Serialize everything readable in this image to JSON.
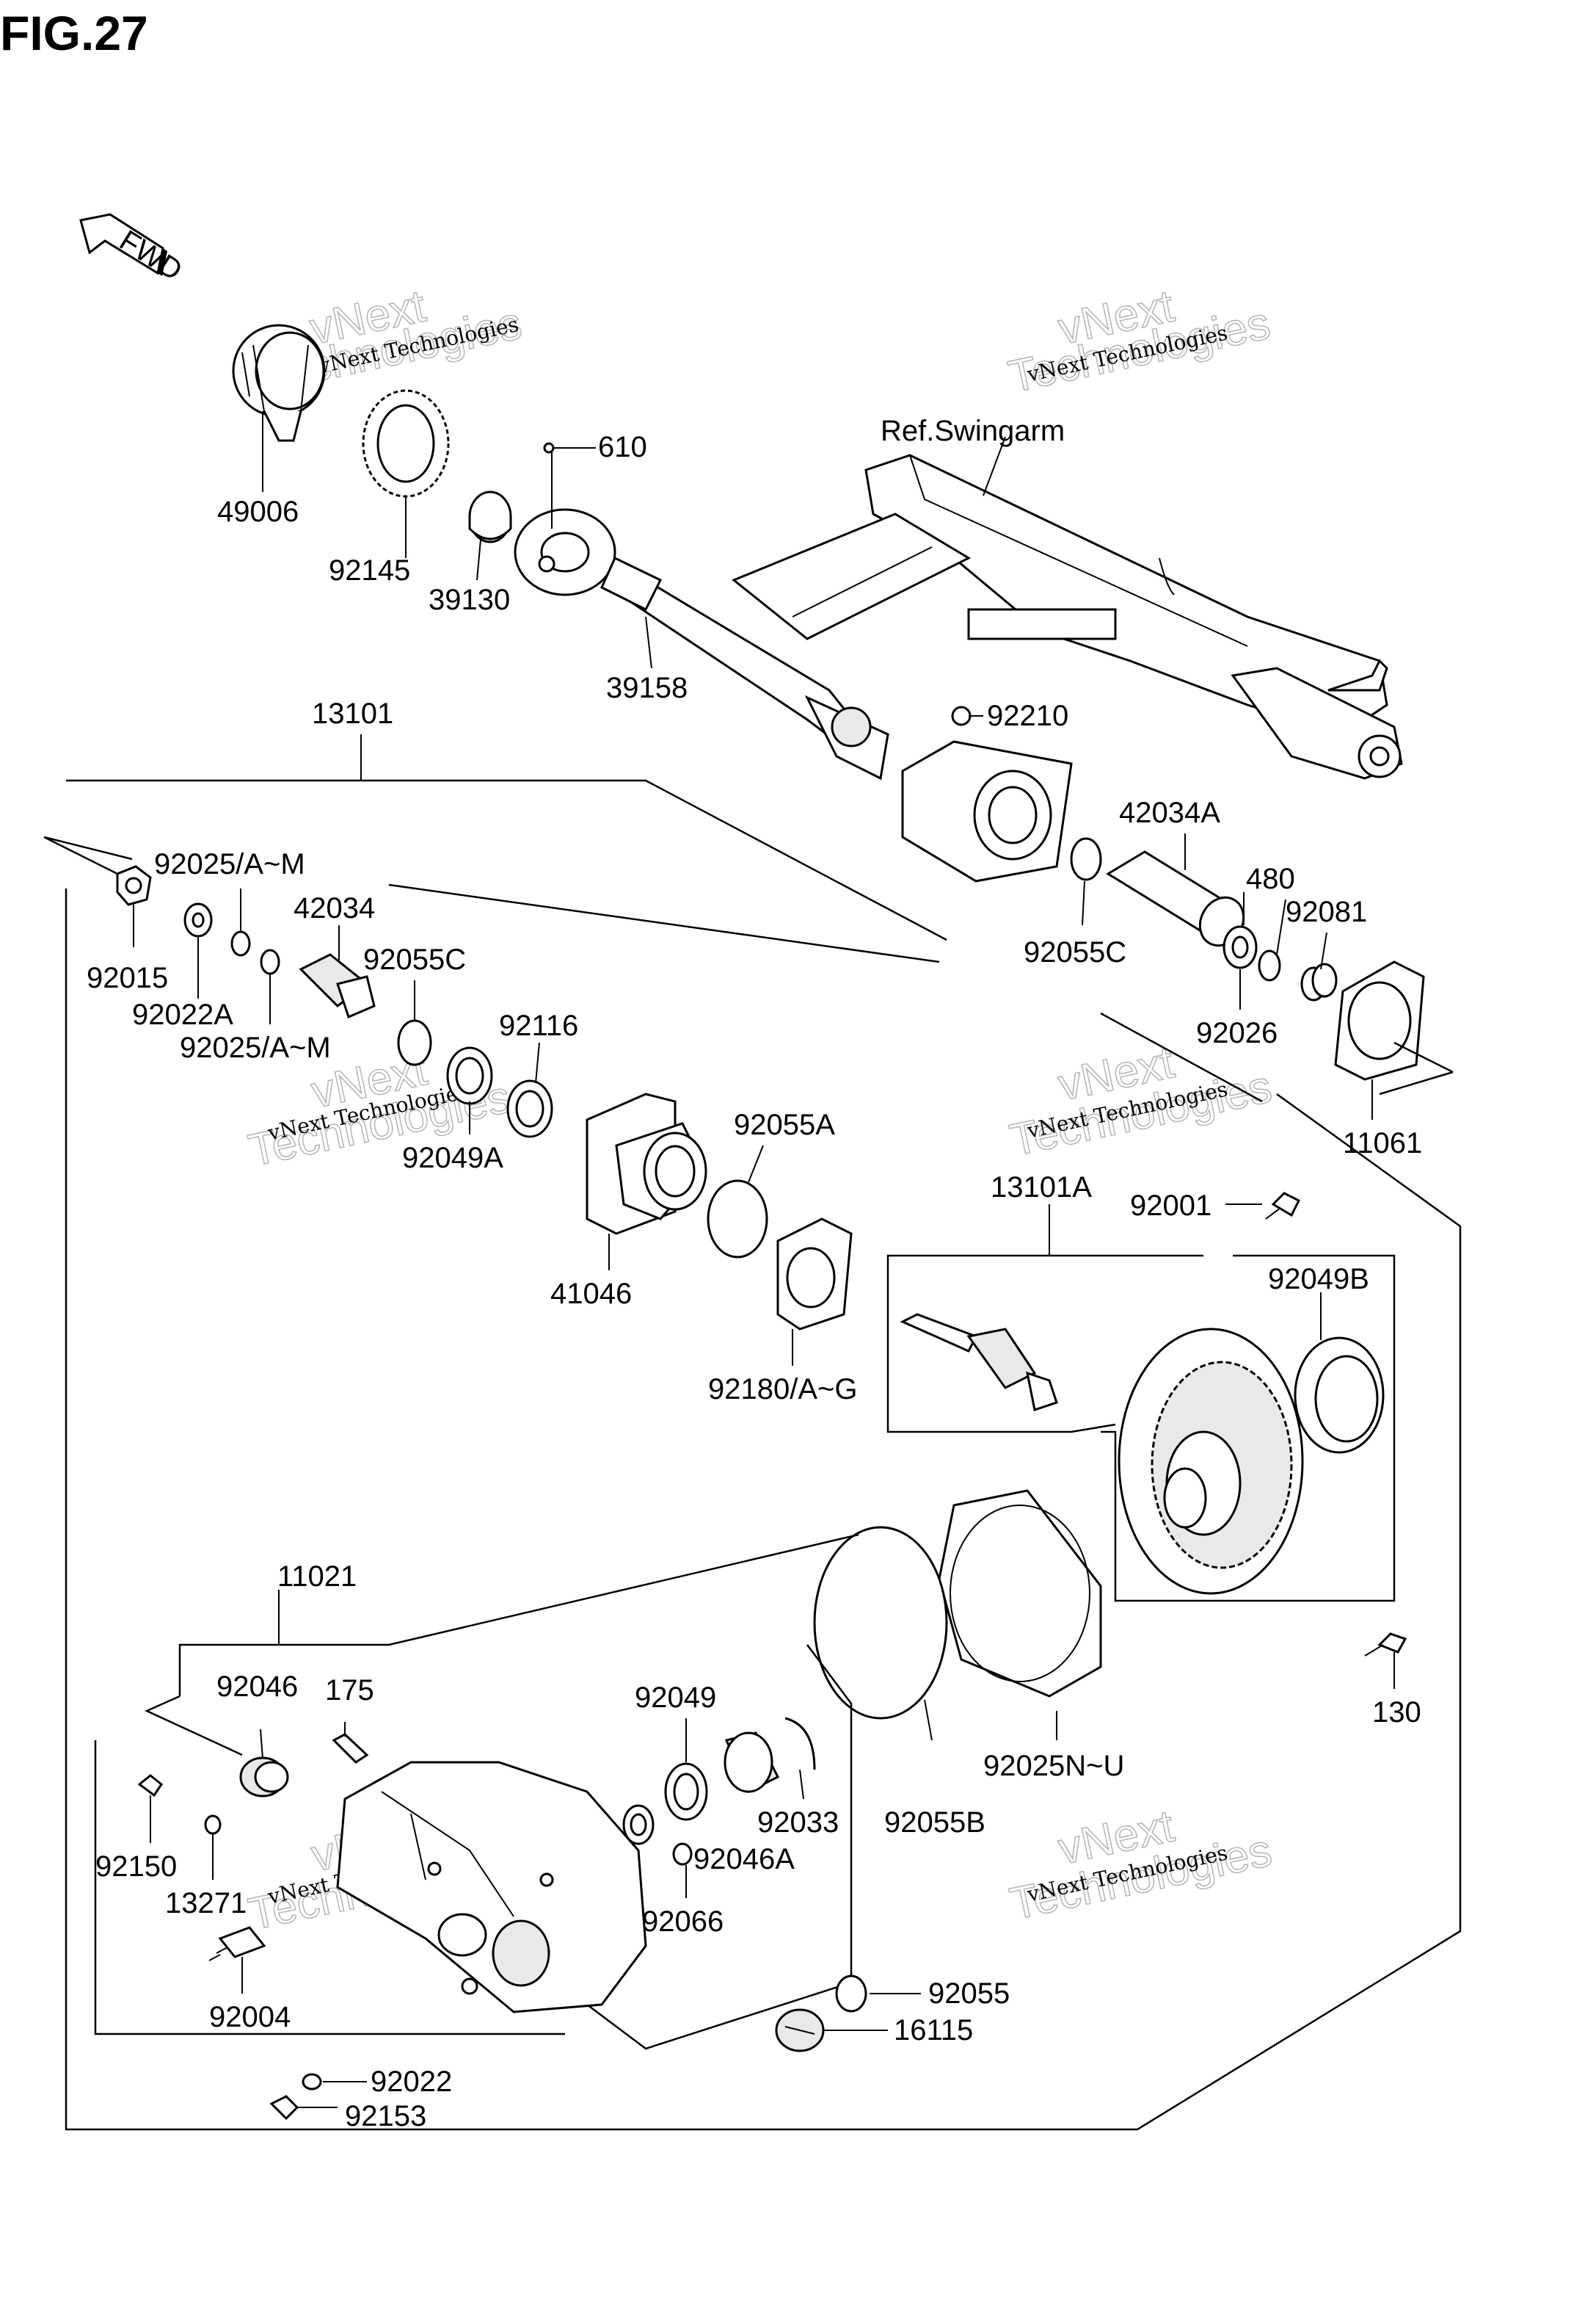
{
  "figure": {
    "title": "FIG.27"
  },
  "fwd_label": "FWD",
  "ref_label": "Ref.Swingarm",
  "watermark": {
    "line1": "vNext Technologies",
    "line2": "vNext",
    "line3": "Technologies"
  },
  "parts": {
    "p49006": "49006",
    "p92145": "92145",
    "p39130": "39130",
    "p610": "610",
    "p39158": "39158",
    "p92210": "92210",
    "p13101": "13101",
    "p42034A": "42034A",
    "p92025AM_1": "92025/A~M",
    "p42034": "42034",
    "p92055C_1": "92055C",
    "p92015": "92015",
    "p92022A": "92022A",
    "p92025AM_2": "92025/A~M",
    "p92116": "92116",
    "p92049A": "92049A",
    "p41046": "41046",
    "p92055A": "92055A",
    "p480": "480",
    "p92081": "92081",
    "p92055C_2": "92055C",
    "p92026": "92026",
    "p11061": "11061",
    "p13101A": "13101A",
    "p92001": "92001",
    "p92049B": "92049B",
    "p92180AG": "92180/A~G",
    "p11021": "11021",
    "p92046": "92046",
    "p175": "175",
    "p92049": "92049",
    "p92150": "92150",
    "p13271": "13271",
    "p92033": "92033",
    "p92046A": "92046A",
    "p92055B": "92055B",
    "p92025NU": "92025N~U",
    "p130": "130",
    "p92066": "92066",
    "p92004": "92004",
    "p92055": "92055",
    "p16115": "16115",
    "p92022": "92022",
    "p92153": "92153"
  }
}
